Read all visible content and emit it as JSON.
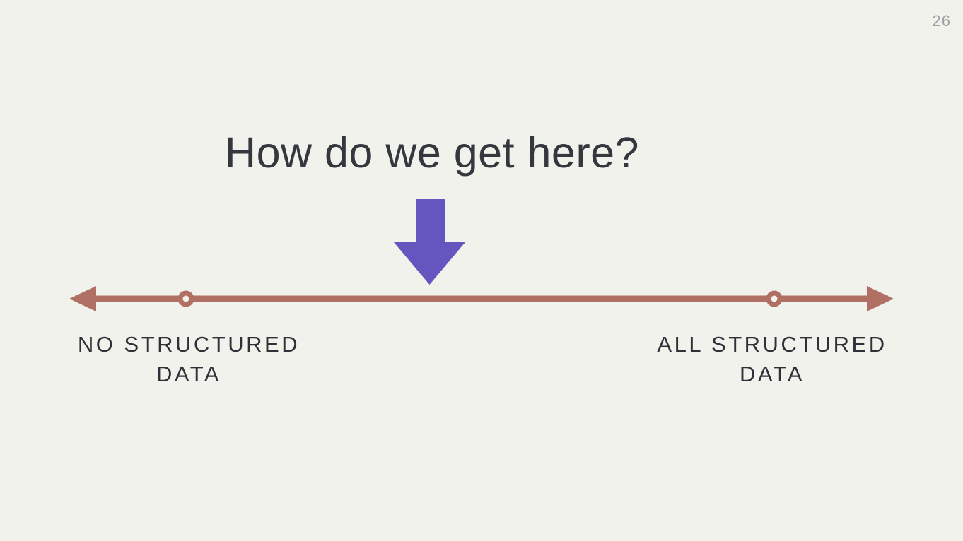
{
  "page_number": "26",
  "title": "How do we get here?",
  "down_arrow": {
    "direction": "down",
    "meaning": "points-to-spectrum"
  },
  "spectrum": {
    "type": "double-headed-axis",
    "left_label": {
      "line1": "NO STRUCTURED",
      "line2": "DATA"
    },
    "right_label": {
      "line1": "ALL STRUCTURED",
      "line2": "DATA"
    },
    "markers": [
      "left-point",
      "right-point"
    ]
  },
  "colors": {
    "background": "#F1F2EB",
    "title_text": "#33373E",
    "label_text": "#2E3138",
    "page_number": "#9EA2A5",
    "spectrum": "#B07164",
    "arrow": "#6456BE"
  }
}
